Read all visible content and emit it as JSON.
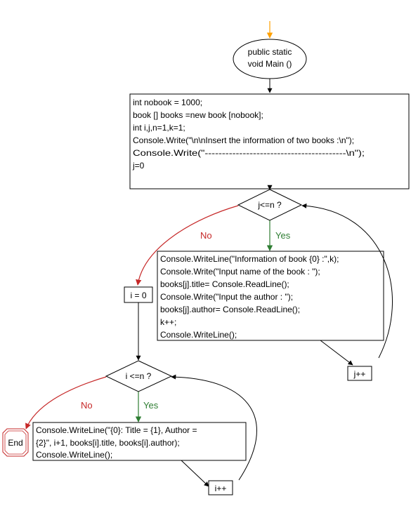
{
  "start": {
    "lines": [
      "public static",
      "void Main ()"
    ]
  },
  "init_block": {
    "lines": [
      "int nobook = 1000;",
      "book [] books =new book [nobook];",
      "int i,j,n=1,k=1;",
      "Console.Write(\"\\n\\nInsert the information of two books :\\n\");",
      "Console.Write(\"-----------------------------------------\\n\");",
      "j=0"
    ]
  },
  "decision_j": {
    "label": "j<=n ?"
  },
  "decision_i": {
    "label": "i <=n ?"
  },
  "loop_body_j": {
    "lines": [
      "Console.WriteLine(\"Information of book {0} :\",k);",
      "Console.Write(\"Input name of the book : \");",
      "books[j].title= Console.ReadLine();",
      "Console.Write(\"Input the author : \");",
      "books[j].author= Console.ReadLine();",
      "k++;",
      "Console.WriteLine();"
    ]
  },
  "inc_j": {
    "label": "j++"
  },
  "assign_i": {
    "label": "i = 0"
  },
  "loop_body_i": {
    "lines": [
      "Console.WriteLine(\"{0}: Title = {1},  Author =",
      "{2}\", i+1, books[i].title, books[i].author);",
      "Console.WriteLine();"
    ]
  },
  "inc_i": {
    "label": "i++"
  },
  "end": {
    "label": "End"
  },
  "edges": {
    "yes": "Yes",
    "no": "No"
  },
  "colors": {
    "start_arrow": "#ffa000",
    "yes": "#2e7d32",
    "no": "#c62828",
    "end_border": "#c62828"
  }
}
